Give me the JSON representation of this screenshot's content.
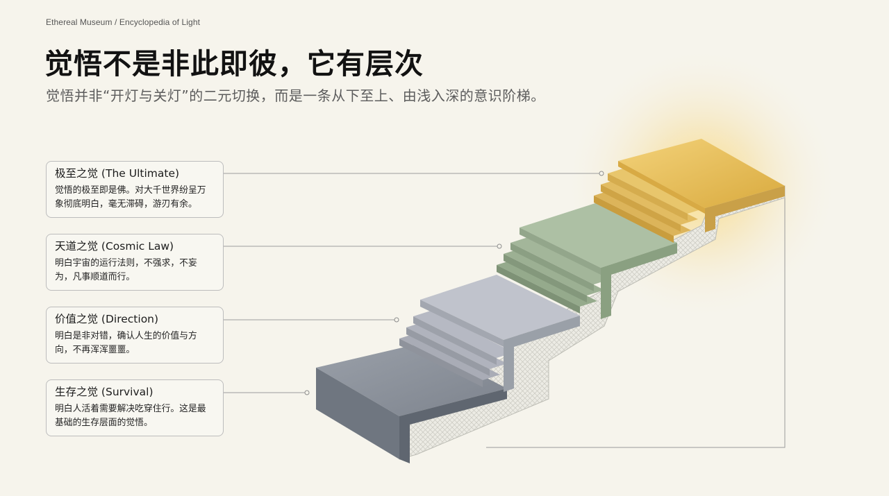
{
  "header": {
    "breadcrumb": "Ethereal Museum / Encyclopedia of Light",
    "title": "觉悟不是非此即彼，它有层次",
    "subtitle": "觉悟并非“开灯与关灯”的二元切换，而是一条从下至上、由浅入深的意识阶梯。"
  },
  "levels": [
    {
      "title": "极至之觉 (The Ultimate)",
      "desc": "觉悟的极至即是佛。对大千世界纷呈万象彻底明白，毫无滞碍，游刃有余。"
    },
    {
      "title": "天道之觉 (Cosmic Law)",
      "desc": "明白宇宙的运行法则，不强求，不妄为，凡事顺道而行。"
    },
    {
      "title": "价值之觉 (Direction)",
      "desc": "明白是非对错，确认人生的价值与方向，不再浑浑噩噩。"
    },
    {
      "title": "生存之觉 (Survival)",
      "desc": "明白人活着需要解决吃穿住行。这是最基础的生存层面的觉悟。"
    }
  ],
  "colors": {
    "survival": "#8b929c",
    "direction": "#b9bcc6",
    "cosmic": "#a5b89c",
    "ultimate": "#e2bc5a",
    "glow": "#f7d978"
  }
}
